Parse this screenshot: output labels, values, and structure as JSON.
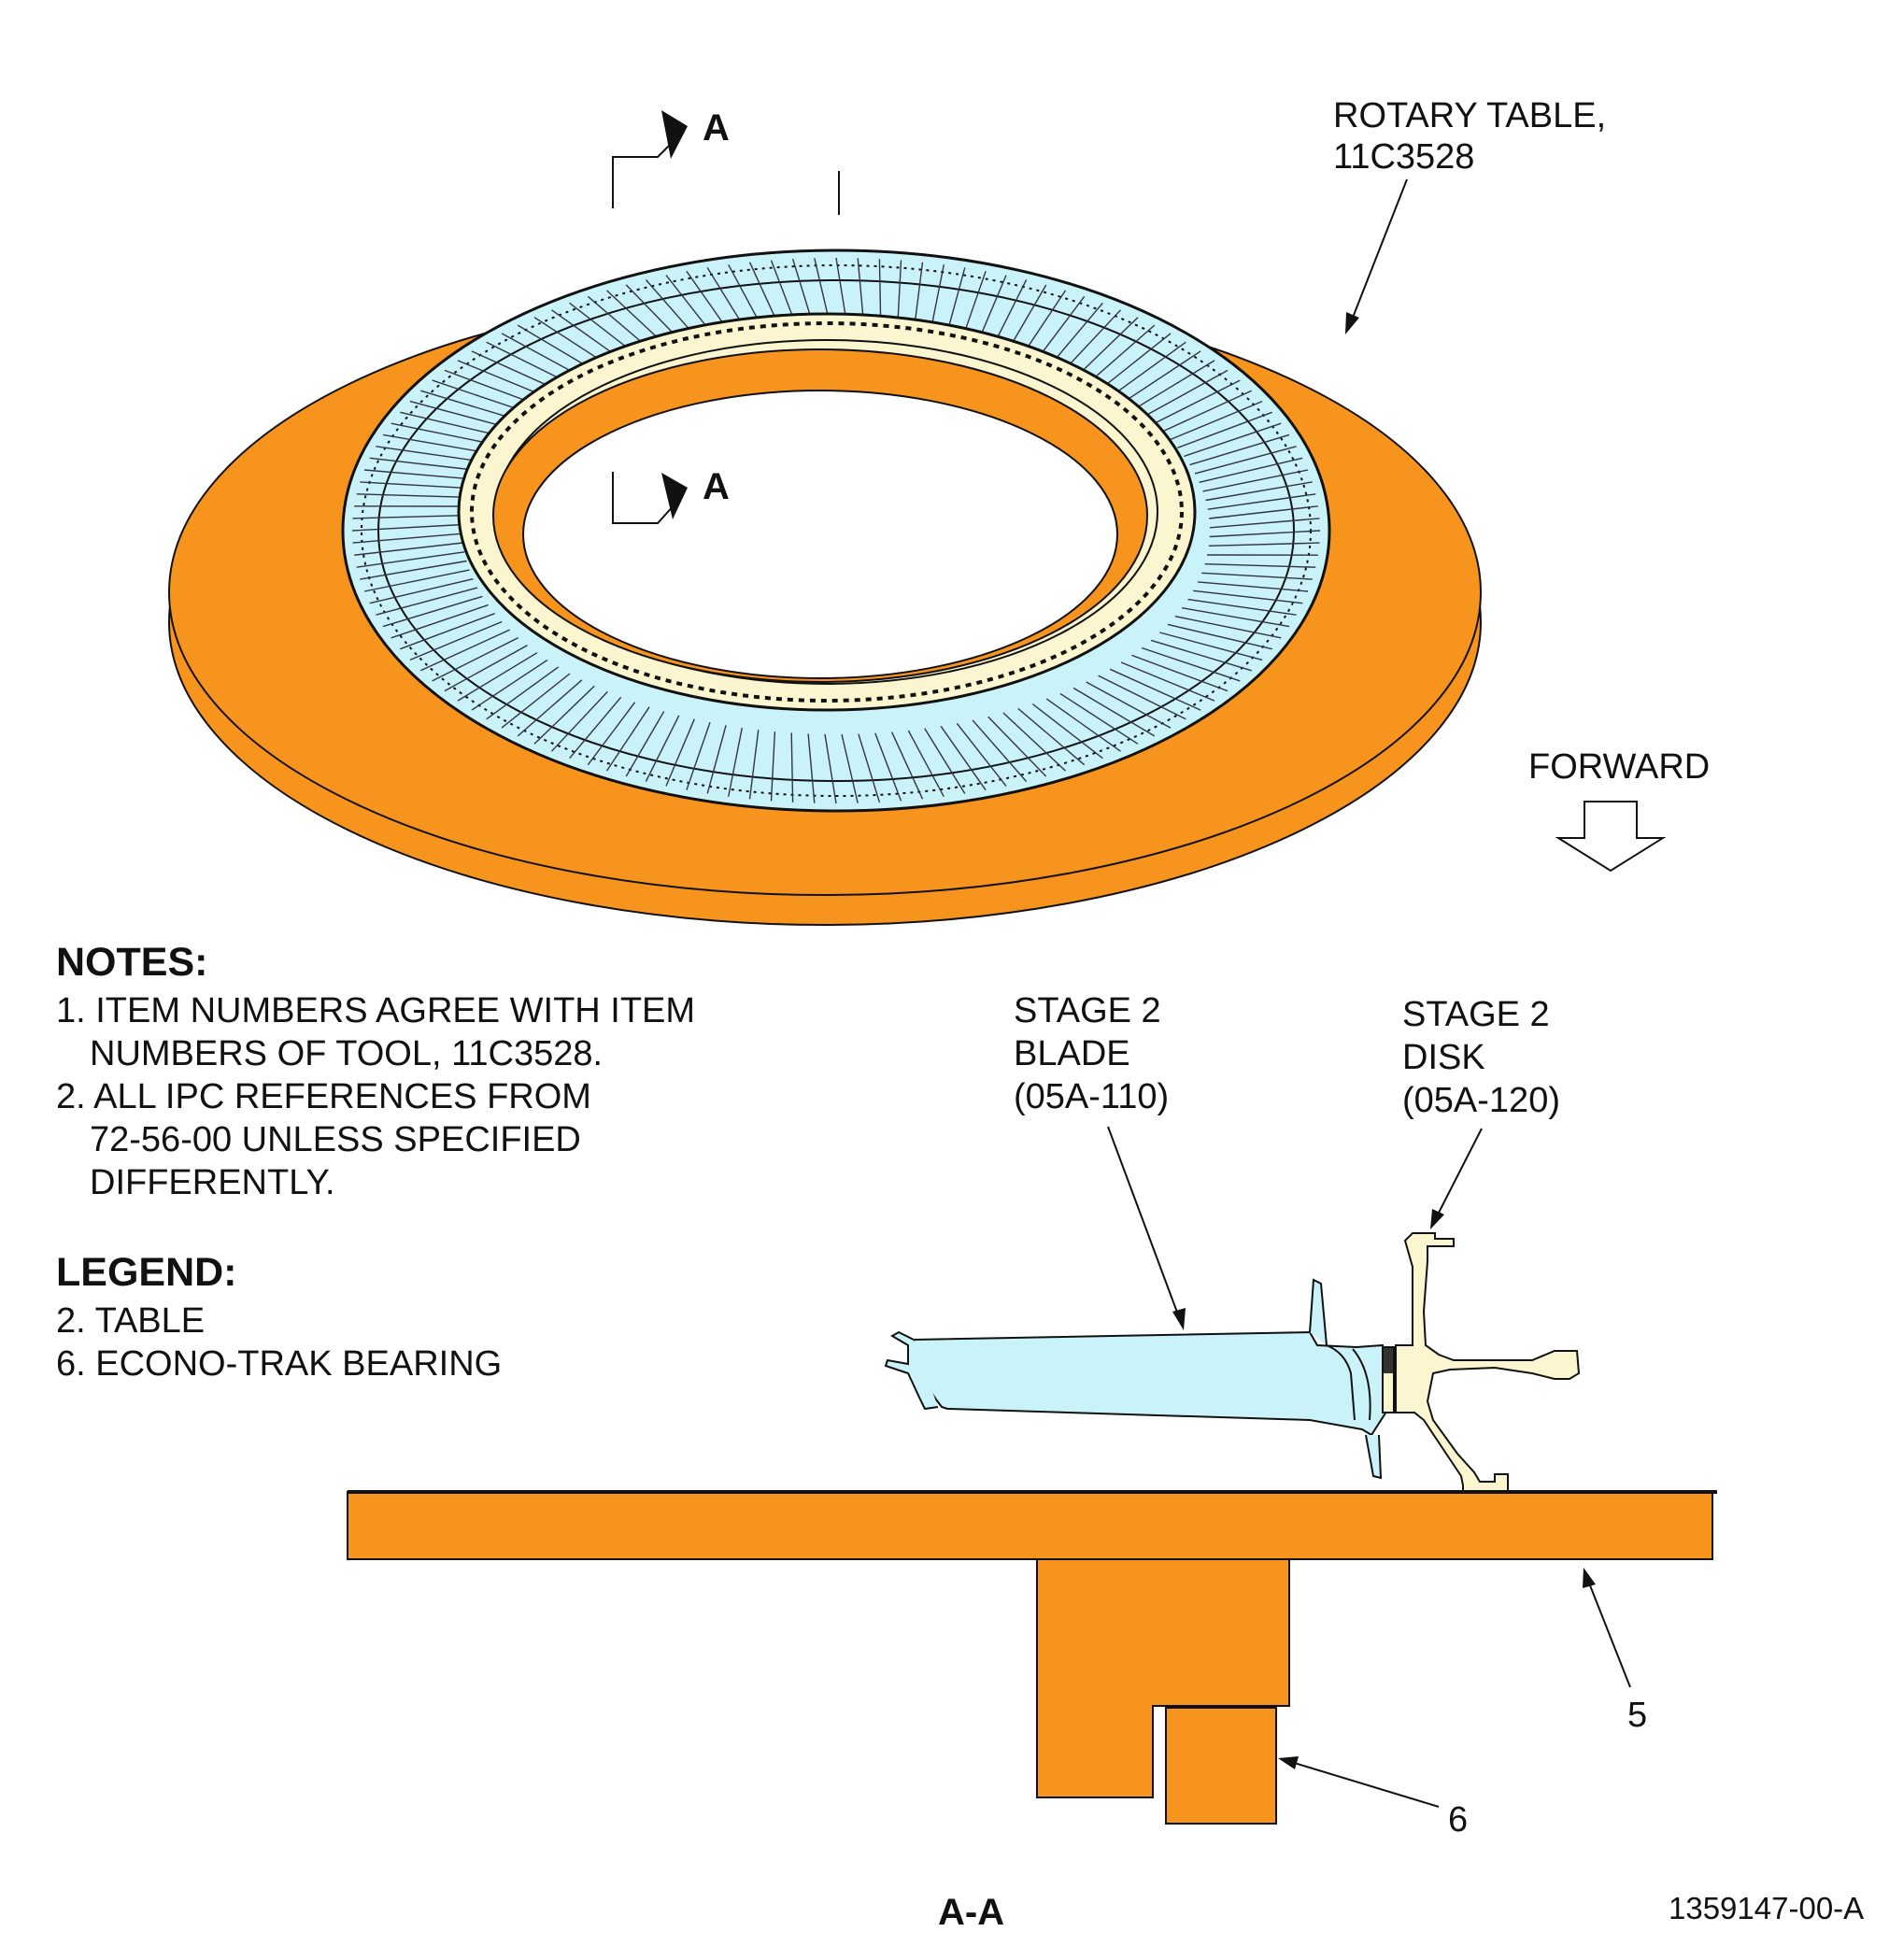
{
  "labels": {
    "rotary_table_line1": "ROTARY TABLE,",
    "rotary_table_line2": "11C3528",
    "section_marker_top": "A",
    "section_marker_inner": "A",
    "forward": "FORWARD",
    "stage2_blade_line1": "STAGE 2",
    "stage2_blade_line2": "BLADE",
    "stage2_blade_line3": "(05A-110)",
    "stage2_disk_line1": "STAGE 2",
    "stage2_disk_line2": "DISK",
    "stage2_disk_line3": "(05A-120)",
    "item_5": "5",
    "item_6": "6",
    "section_title": "A-A",
    "figure_id": "1359147-00-A"
  },
  "notes": {
    "title": "NOTES:",
    "lines": [
      "1. ITEM NUMBERS AGREE WITH ITEM",
      "NUMBERS OF TOOL, 11C3528.",
      "2. ALL IPC REFERENCES FROM",
      "72-56-00 UNLESS SPECIFIED",
      "DIFFERENTLY."
    ]
  },
  "legend": {
    "title": "LEGEND:",
    "items": [
      "2. TABLE",
      "6. ECONO-TRAK BEARING"
    ]
  },
  "colors": {
    "table_orange": "#F7941D",
    "blade_cyan": "#C9F3F8",
    "disk_cream": "#FBF6CF",
    "line": "#111111"
  }
}
